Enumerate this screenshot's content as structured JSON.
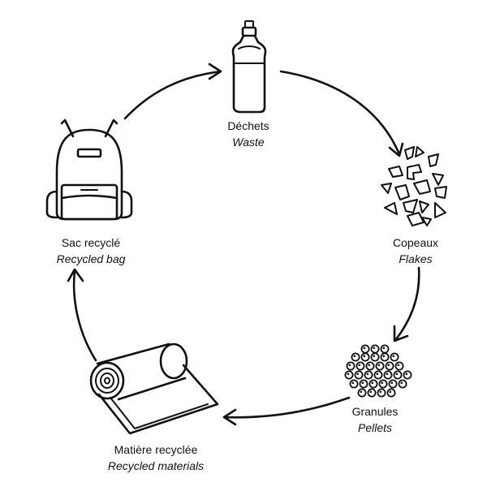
{
  "steps": [
    {
      "id": "waste",
      "label_fr": "Déchets",
      "label_en": "Waste",
      "icon": "bottle-icon"
    },
    {
      "id": "flakes",
      "label_fr": "Copeaux",
      "label_en": "Flakes",
      "icon": "flakes-icon"
    },
    {
      "id": "pellets",
      "label_fr": "Granules",
      "label_en": "Pellets",
      "icon": "pellets-icon"
    },
    {
      "id": "materials",
      "label_fr": "Matière recyclée",
      "label_en": "Recycled materials",
      "icon": "fabric-roll-icon"
    },
    {
      "id": "bag",
      "label_fr": "Sac recyclé",
      "label_en": "Recycled bag",
      "icon": "backpack-icon"
    }
  ],
  "colors": {
    "line": "#111111",
    "background": "#ffffff"
  }
}
